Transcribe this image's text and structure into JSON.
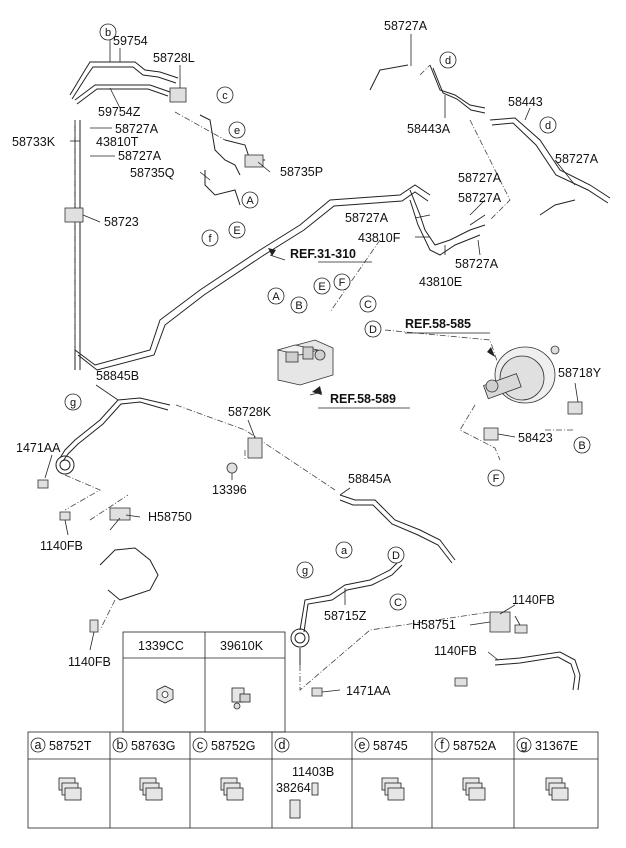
{
  "callouts": {
    "tl_59754": "59754",
    "tl_58728L": "58728L",
    "tl_59754Z": "59754Z",
    "tl_58727A_1": "58727A",
    "tl_58733K": "58733K",
    "tl_43810T": "43810T",
    "tl_58727A_2": "58727A",
    "tl_58735Q": "58735Q",
    "tl_58735P": "58735P",
    "tl_58723": "58723",
    "tr_58727A_top": "58727A",
    "tr_58443A": "58443A",
    "tr_58443": "58443",
    "tr_58727A_right": "58727A",
    "tr_58727A_mid1": "58727A",
    "tr_58727A_mid2": "58727A",
    "tr_58727A_mid3": "58727A",
    "tr_43810F": "43810F",
    "tr_58727A_low": "58727A",
    "tr_43810E": "43810E",
    "ref_31_310": "REF.31-310",
    "ref_58_585": "REF.58-585",
    "ref_58_589": "REF.58-589",
    "mid_58845B": "58845B",
    "mid_58728K": "58728K",
    "mid_58718Y": "58718Y",
    "mid_58423": "58423",
    "mid_1471AA_left": "1471AA",
    "mid_13396": "13396",
    "mid_H58750": "H58750",
    "mid_1140FB_a": "1140FB",
    "mid_1140FB_b": "1140FB",
    "low_58845A": "58845A",
    "low_58715Z": "58715Z",
    "low_1140FB_r1": "1140FB",
    "low_H58751": "H58751",
    "low_1140FB_r2": "1140FB",
    "low_1471AA": "1471AA"
  },
  "circle_letters": {
    "b_top": "b",
    "c_top": "c",
    "e_top": "e",
    "A_top": "A",
    "f_top": "f",
    "E_top": "E",
    "d_tr1": "d",
    "d_tr2": "d",
    "A_abs": "A",
    "B_abs": "B",
    "E_abs": "E",
    "F_abs": "F",
    "C_abs": "C",
    "D_abs": "D",
    "g_left": "g",
    "B_right": "B",
    "F_right": "F",
    "a_low": "a",
    "D_low": "D",
    "g_low": "g",
    "C_low": "C"
  },
  "small_table": {
    "headers": [
      "1339CC",
      "39610K"
    ]
  },
  "legend_table": {
    "cells": [
      {
        "letter": "a",
        "part": "58752T"
      },
      {
        "letter": "b",
        "part": "58763G"
      },
      {
        "letter": "c",
        "part": "58752G"
      },
      {
        "letter": "d",
        "part": ""
      },
      {
        "letter": "e",
        "part": "58745"
      },
      {
        "letter": "f",
        "part": "58752A"
      },
      {
        "letter": "g",
        "part": "31367E"
      }
    ],
    "d_sub_labels": [
      "11403B",
      "38264"
    ]
  },
  "colors": {
    "line": "#222222",
    "background": "#ffffff",
    "part_fill": "#e6e6e6"
  }
}
